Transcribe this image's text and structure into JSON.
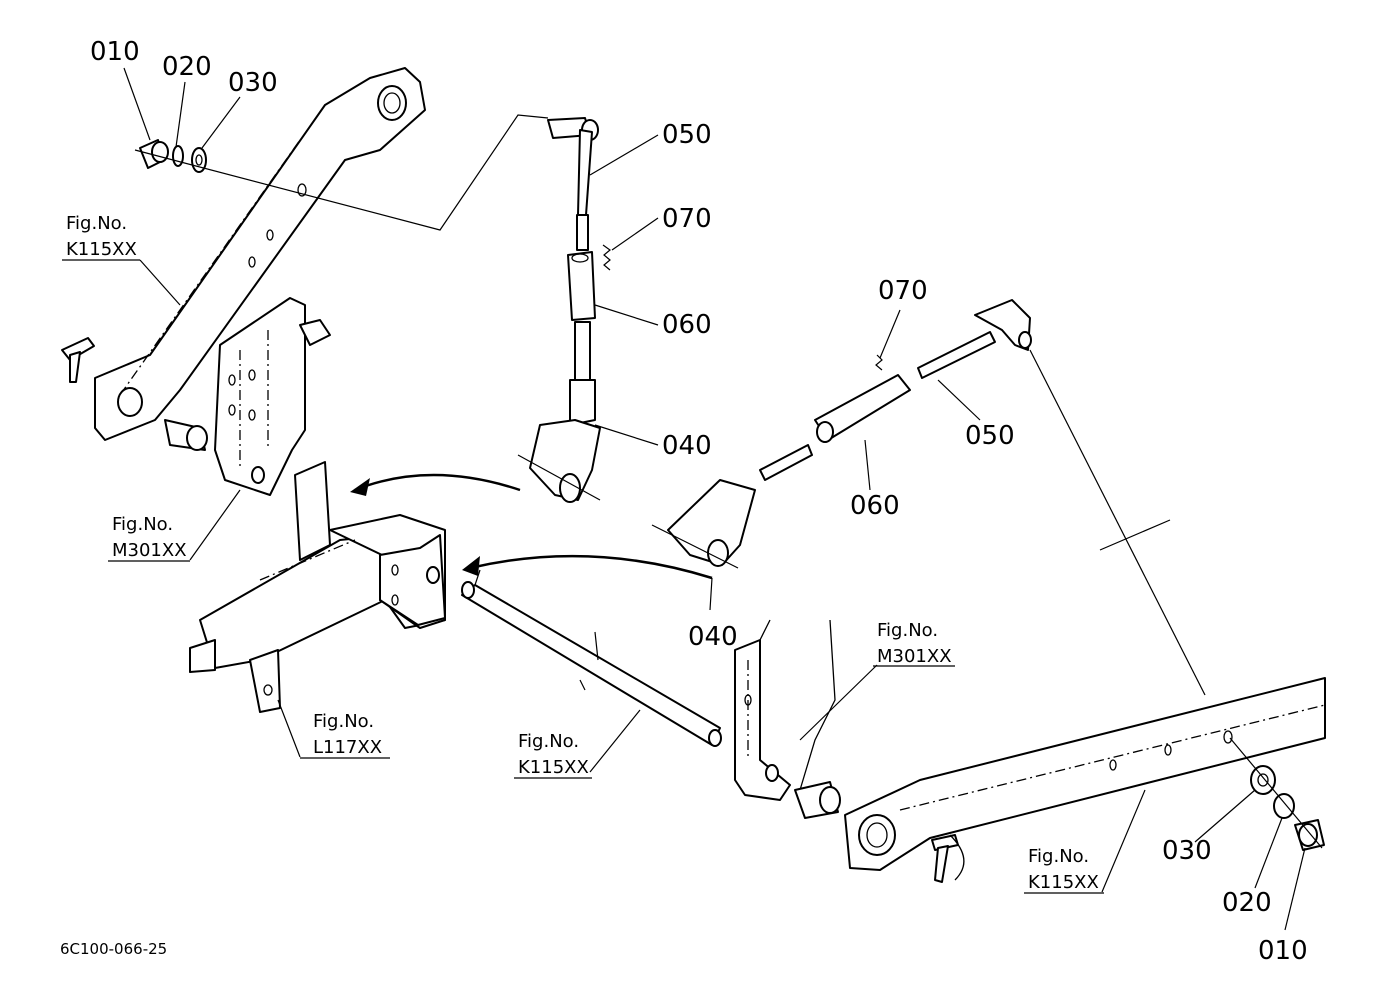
{
  "part_labels": {
    "l010a": "010",
    "l020a": "020",
    "l030a": "030",
    "l050a": "050",
    "l070a": "070",
    "l060a": "060",
    "l040a": "040",
    "l070b": "070",
    "l050b": "050",
    "l060b": "060",
    "l040b": "040",
    "l030b": "030",
    "l020b": "020",
    "l010b": "010"
  },
  "fig_refs": {
    "k115_left": {
      "line1": "Fig.No.",
      "line2": "K115XX"
    },
    "m301_left": {
      "line1": "Fig.No.",
      "line2": "M301XX"
    },
    "l117": {
      "line1": "Fig.No.",
      "line2": "L117XX"
    },
    "k115_mid": {
      "line1": "Fig.No.",
      "line2": "K115XX"
    },
    "m301_right": {
      "line1": "Fig.No.",
      "line2": "M301XX"
    },
    "k115_right": {
      "line1": "Fig.No.",
      "line2": "K115XX"
    }
  },
  "diagram_code": "6C100-066-25"
}
